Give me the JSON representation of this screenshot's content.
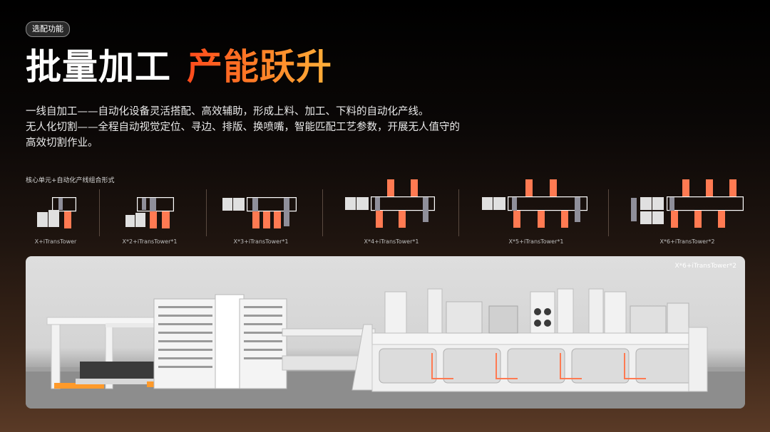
{
  "tag": "选配功能",
  "title": {
    "main": "批量加工",
    "highlight": "产能跃升"
  },
  "description": [
    "一线自加工——自动化设备灵活搭配、高效辅助，形成上料、加工、下料的自动化产线。",
    "无人化切割——全程自动视觉定位、寻边、排版、换喷嘴，智能匹配工艺参数，开展无人值守的",
    "高效切割作业。"
  ],
  "combos_title": "核心单元+自动化产线组合形式",
  "combos": [
    {
      "label": "X+iTransTower"
    },
    {
      "label": "X*2+iTransTower*1"
    },
    {
      "label": "X*3+iTransTower*1"
    },
    {
      "label": "X*4+iTransTower*1"
    },
    {
      "label": "X*5+iTransTower*1"
    },
    {
      "label": "X*6+iTransTower*2"
    }
  ],
  "photo": {
    "label": "X*6+iTransTower*2"
  },
  "colors": {
    "accent": "#ff7a52",
    "title_highlight": "#ff6a24",
    "tower": "#8f8f9a"
  }
}
